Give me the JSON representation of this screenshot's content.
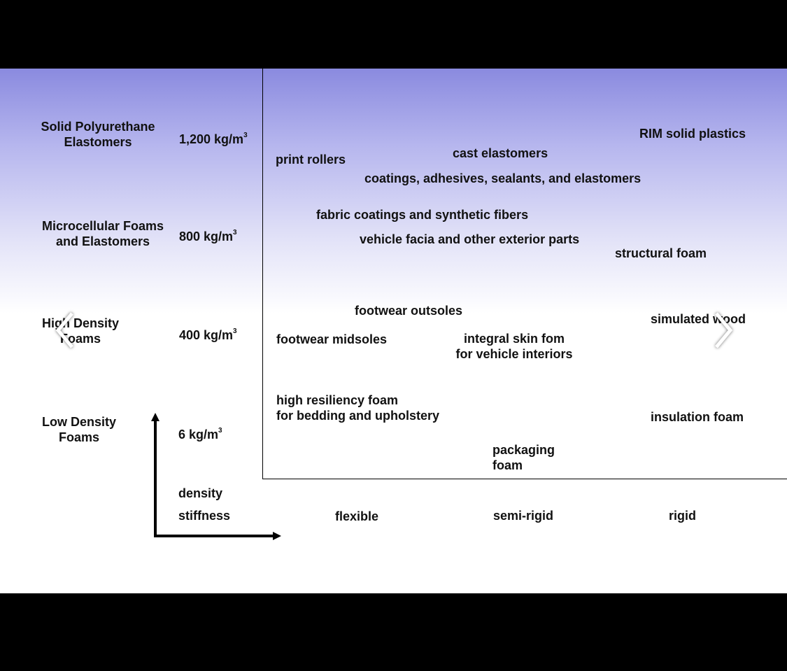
{
  "left_labels": [
    {
      "line1": "Solid Polyurethane",
      "line2": "Elastomers"
    },
    {
      "line1": "Microcellular Foams",
      "line2": "and Elastomers"
    },
    {
      "line1": "High Density",
      "line2": "Foams"
    },
    {
      "line1": "Low Density",
      "line2": "Foams"
    }
  ],
  "densities": [
    {
      "value": "1,200 kg/m",
      "exp": "3"
    },
    {
      "value": "800 kg/m",
      "exp": "3"
    },
    {
      "value": "400 kg/m",
      "exp": "3"
    },
    {
      "value": "6 kg/m",
      "exp": "3"
    }
  ],
  "axis": {
    "density_label": "density",
    "stiffness_label": "stiffness"
  },
  "columns": [
    "flexible",
    "semi-rigid",
    "rigid"
  ],
  "applications": {
    "rim": "RIM solid plastics",
    "cast": "cast elastomers",
    "print_rollers": "print rollers",
    "coatings": "coatings, adhesives, sealants, and elastomers",
    "fabric": "fabric coatings and synthetic fibers",
    "vehicle_facia": "vehicle facia and other exterior parts",
    "structural": "structural foam",
    "outsoles": "footwear outsoles",
    "simulated_wood": "simulated wood",
    "midsoles": "footwear midsoles",
    "integral_1": "integral skin fom",
    "integral_2": "for vehicle interiors",
    "hr_1": "high resiliency foam",
    "hr_2": "for bedding and upholstery",
    "insulation": "insulation foam",
    "packaging_1": "packaging",
    "packaging_2": "foam"
  },
  "nav": {
    "prev_icon": "chevron-left-icon",
    "next_icon": "chevron-right-icon"
  },
  "colors": {
    "top_gradient": "#8a8adf",
    "background": "#000000"
  }
}
